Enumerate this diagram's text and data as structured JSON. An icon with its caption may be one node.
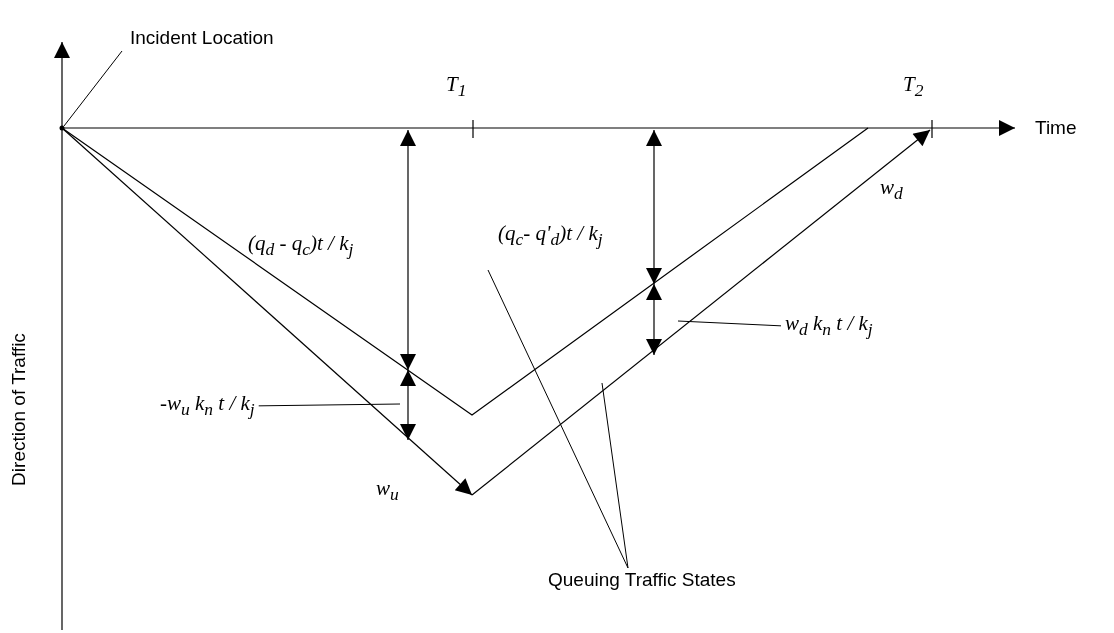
{
  "diagram": {
    "nodes": [
      {
        "text": [
          "Incident Location"
        ]
      },
      {
        "text": [
          "-w$_{u}$ k$_{n}$ t / k$_{j}$"
        ]
      },
      {
        "text": [
          "w$_{d}$ k$_{n}$ t / k$_{j}$"
        ]
      },
      {
        "text": [
          "Queuing Traffic States"
        ]
      },
      {
        "text": [],
        "shape": "point"
      }
    ],
    "edges": [
      {
        "from": 0,
        "to": 4,
        "arrow": "none"
      },
      {
        "from": 1,
        "to": null,
        "arrow": "none"
      },
      {
        "from": 2,
        "to": null,
        "arrow": "none"
      },
      {
        "from": 3,
        "to": null,
        "arrow": "none"
      },
      {
        "from": 3,
        "to": null,
        "arrow": "none"
      }
    ],
    "labels": [
      "T$_{1}$",
      "T$_{2}$",
      "Time",
      "(q$_{d}$ - q$_{c}$)t / k$_{j}$",
      "(q$_{c}$- q'$_{d}$)t / k$_{j}$",
      "w$_{d}$",
      "Direction of Traffic",
      "w$_{u}$"
    ]
  }
}
